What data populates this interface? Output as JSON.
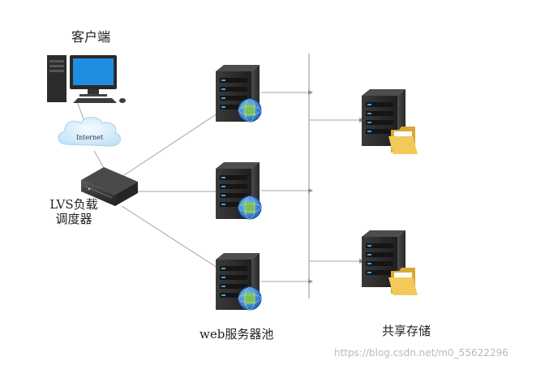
{
  "client": {
    "label": "客户端"
  },
  "cloud": {
    "label": "Internet"
  },
  "load_balancer": {
    "label": "LVS负载调度器"
  },
  "web_pool": {
    "label": "web服务器池"
  },
  "shared_storage": {
    "label": "共享存储"
  },
  "watermark": {
    "text": "https://blog.csdn.net/m0_55622296"
  },
  "colors": {
    "server_body": "#2b2b2b",
    "server_light": "#3fa3e8",
    "globe": "#2f7fd0",
    "folder": "#f0c24a",
    "line": "#999999",
    "cloud": "#d4ebf8"
  }
}
